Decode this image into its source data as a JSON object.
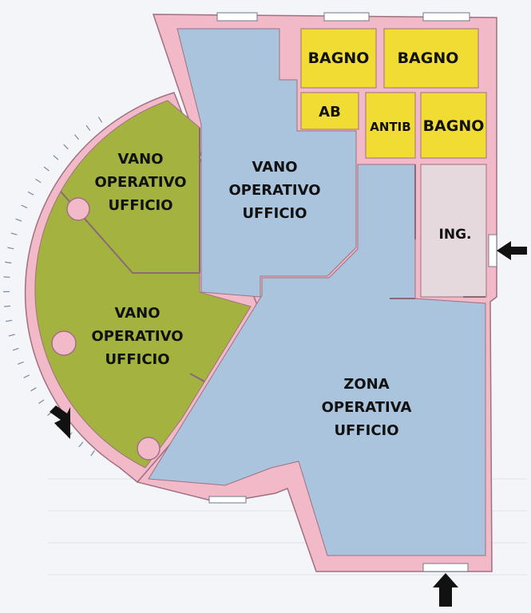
{
  "colors": {
    "wall": "#f2b9c9",
    "wall_edge": "#a07080",
    "green_room": "#a4b33f",
    "blue_room": "#a9c4dc",
    "yellow_room": "#f1dc33",
    "entrance_room": "#e6d9dd",
    "background": "#f4f5f9",
    "arrow": "#111111"
  },
  "rooms": {
    "bagno_1": "BAGNO",
    "bagno_2": "BAGNO",
    "bagno_3": "BAGNO",
    "ab": "AB",
    "antib": "ANTIB",
    "ing": "ING.",
    "vano_green_top": [
      "VANO",
      "OPERATIVO",
      "UFFICIO"
    ],
    "vano_center": [
      "VANO",
      "OPERATIVO",
      "UFFICIO"
    ],
    "vano_green_bottom": [
      "VANO",
      "OPERATIVO",
      "UFFICIO"
    ],
    "zona": [
      "ZONA",
      "OPERATIVA",
      "UFFICIO"
    ]
  },
  "arrows": [
    "entrance-arrow-right",
    "entrance-arrow-bottom",
    "entrance-arrow-bottom-left"
  ]
}
